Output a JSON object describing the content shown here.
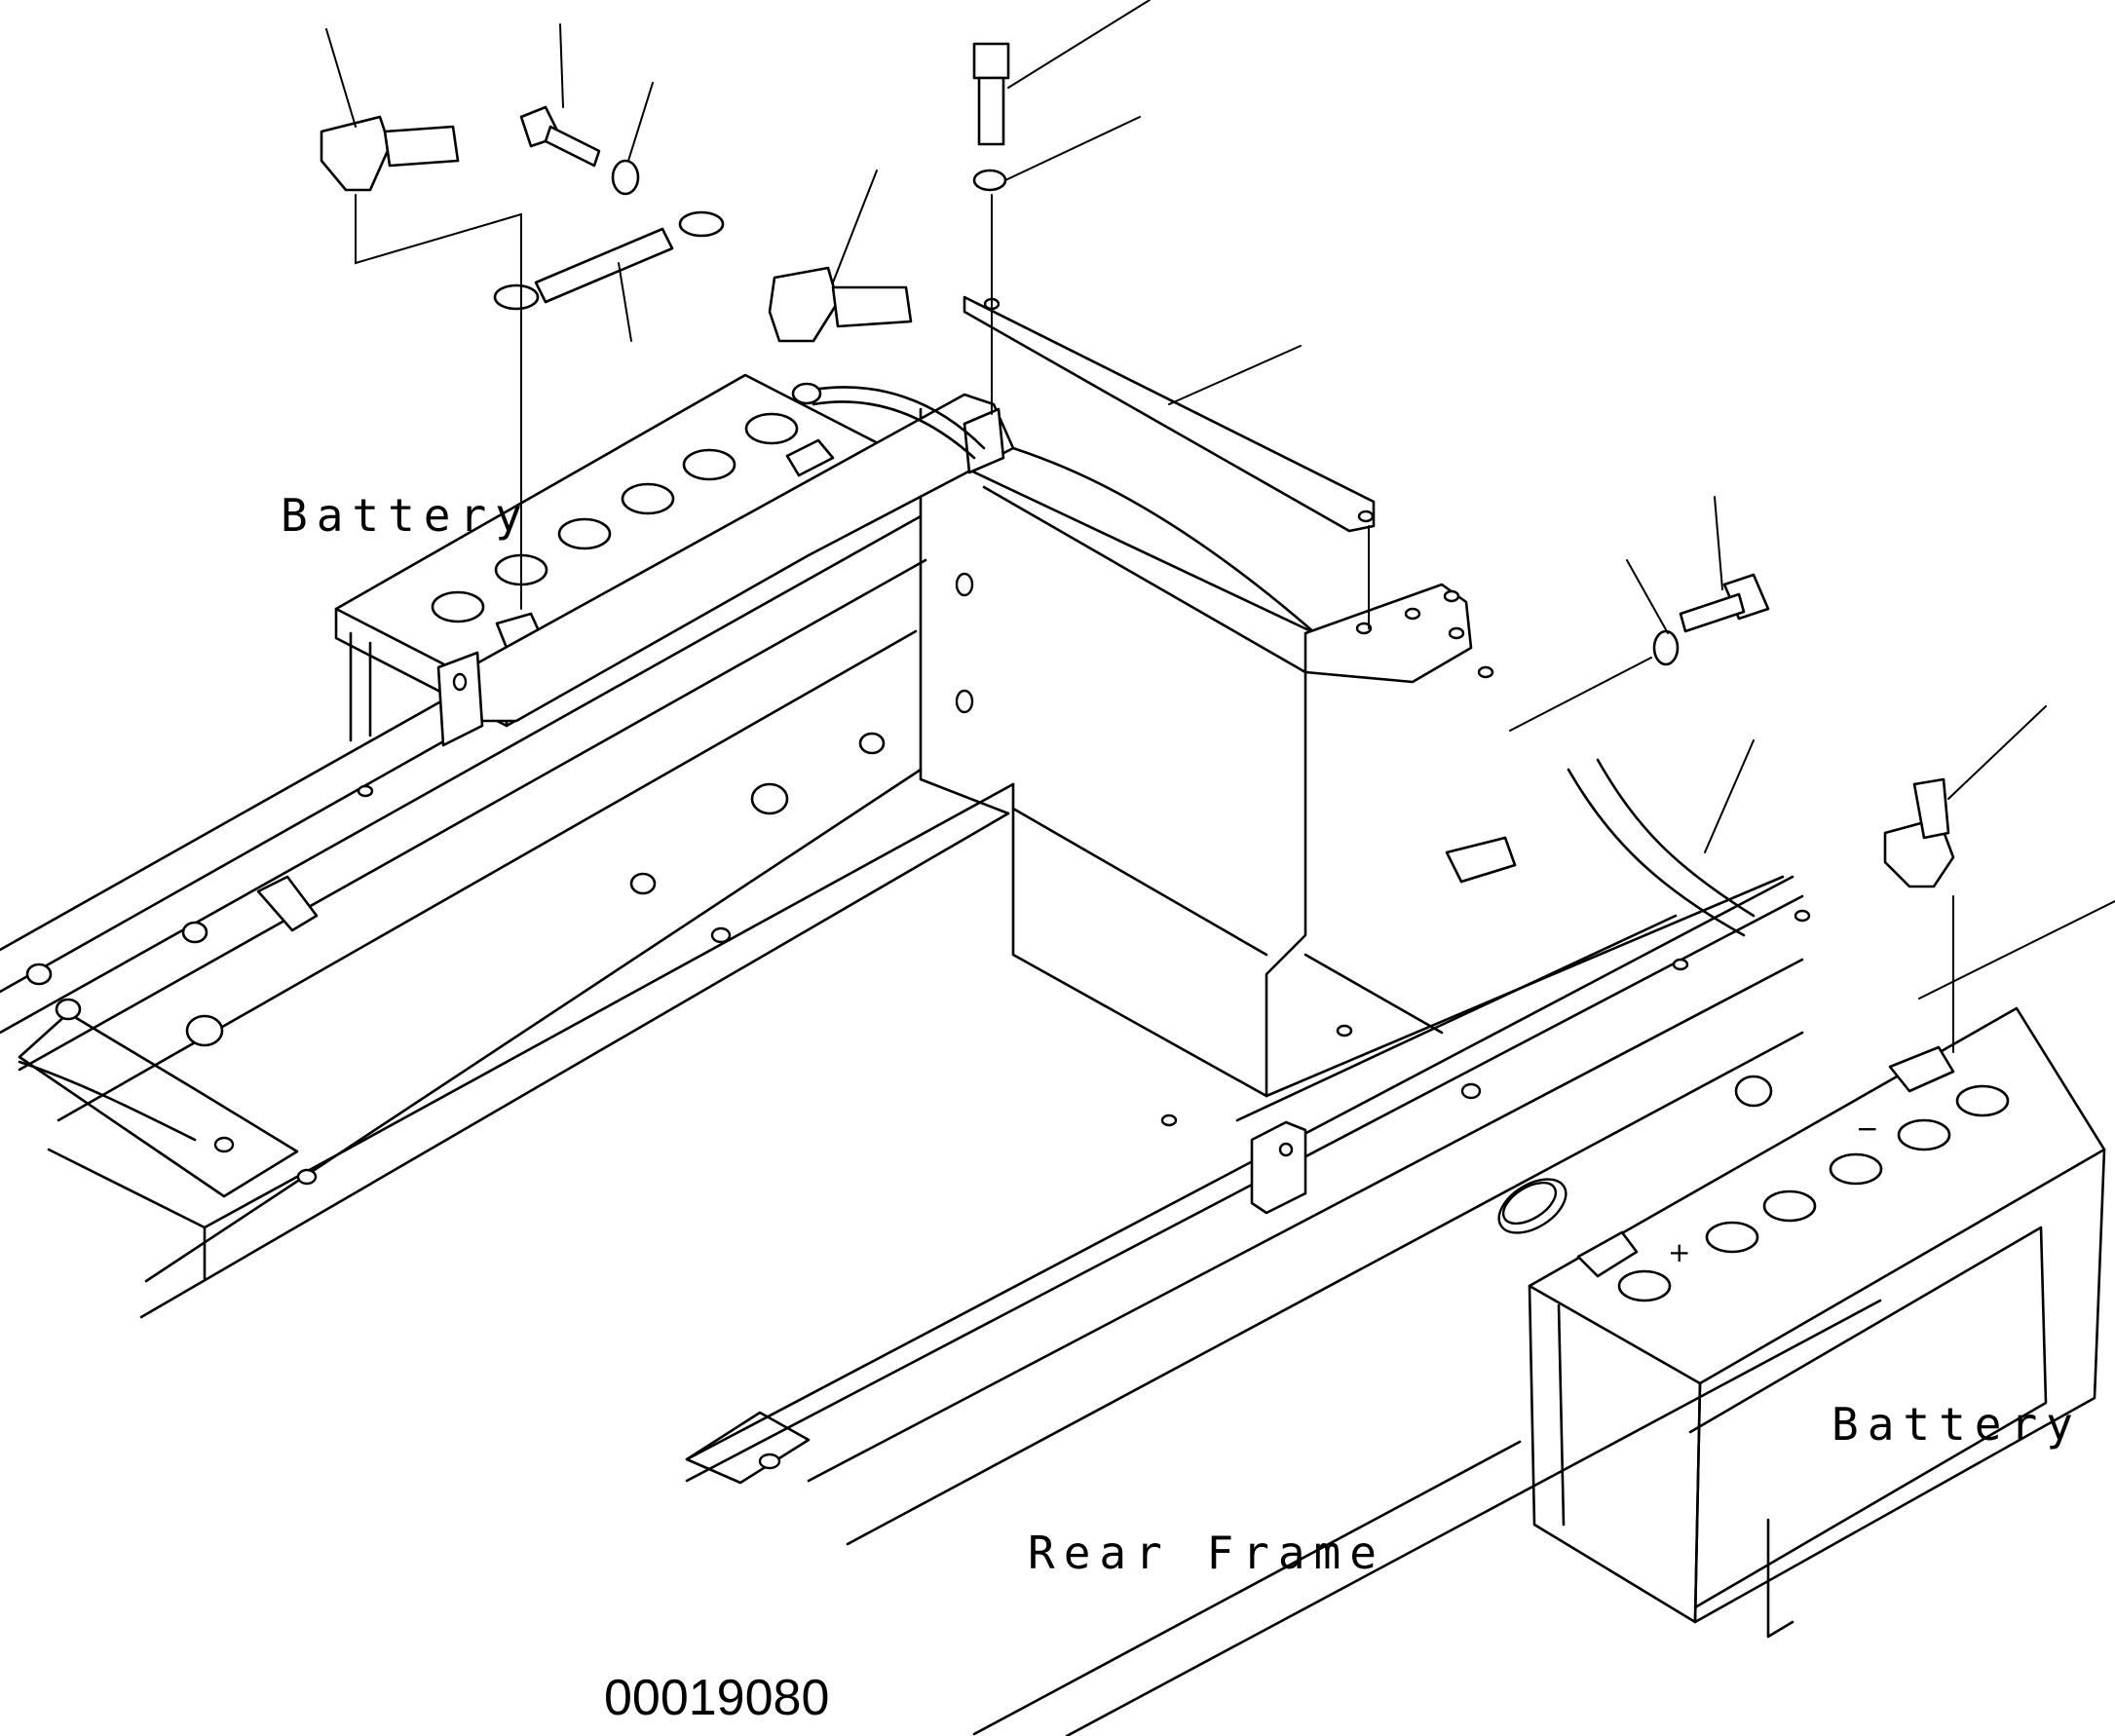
{
  "labels": {
    "battery_left": "Battery",
    "battery_right": "Battery",
    "rear_frame": "Rear Frame",
    "figure_number": "00019080"
  },
  "terminal_marks": {
    "plus": "+",
    "minus": "−"
  }
}
